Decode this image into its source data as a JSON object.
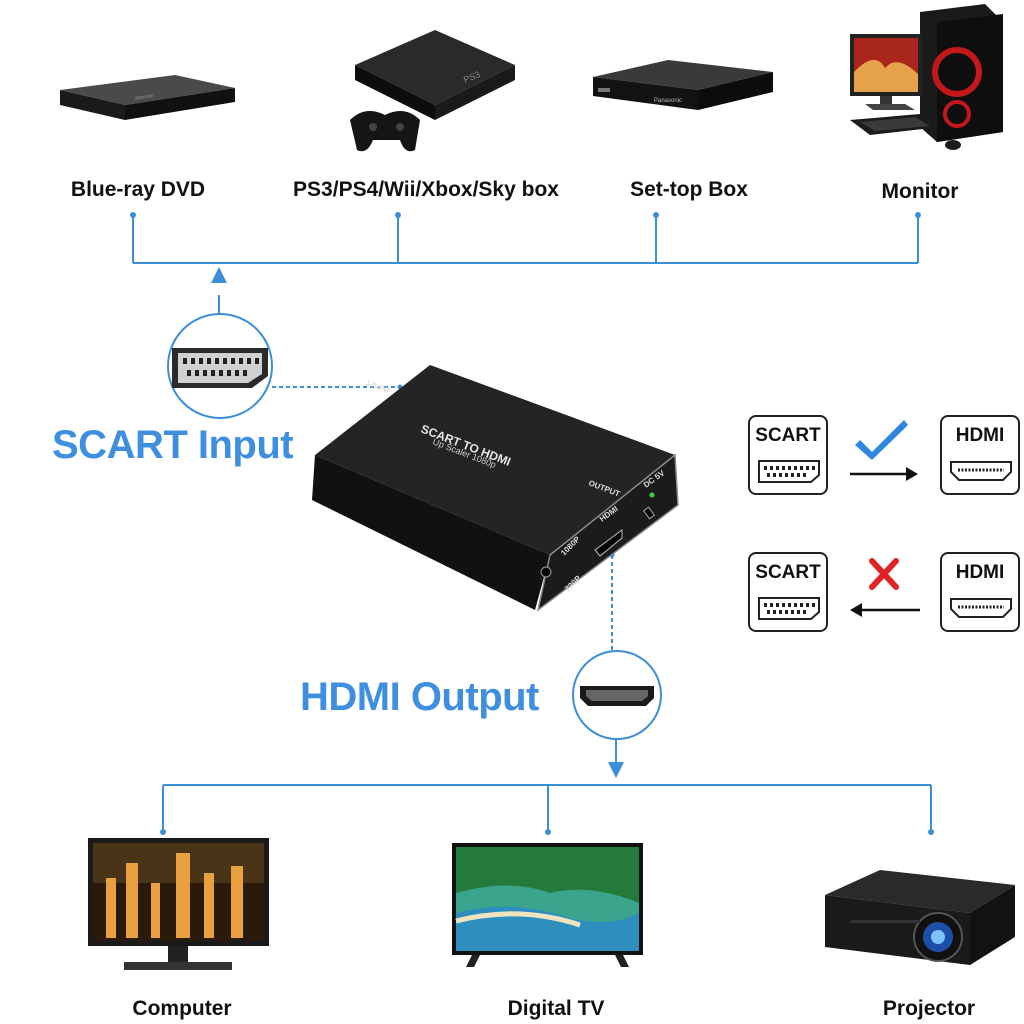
{
  "sources": [
    {
      "label": "Blue-ray DVD",
      "icon": "bluray-player-icon"
    },
    {
      "label": "PS3/PS4/Wii/Xbox/Sky box",
      "icon": "game-console-icon"
    },
    {
      "label": "Set-top Box",
      "icon": "set-top-box-icon"
    },
    {
      "label": "Monitor",
      "icon": "desktop-pc-icon"
    }
  ],
  "input_label": "SCART Input",
  "output_label": "HDMI Output",
  "device": {
    "title": "SCART TO HDMI",
    "subtitle": "Up Scaler 1080p",
    "input_port": "INPUT",
    "output_port": "OUTPUT",
    "hdmi_port": "HDMI",
    "power": "DC 5V",
    "switch_high": "1080P",
    "switch_low": "720P"
  },
  "direction_guide": [
    {
      "from": "SCART",
      "to": "HDMI",
      "mark": "check-icon",
      "status_color": "#2f86e0"
    },
    {
      "from": "SCART",
      "to": "HDMI",
      "mark": "cross-icon",
      "status_color": "#e02424"
    }
  ],
  "outputs": [
    {
      "label": "Computer",
      "icon": "computer-monitor-icon"
    },
    {
      "label": "Digital TV",
      "icon": "tv-icon"
    },
    {
      "label": "Projector",
      "icon": "projector-icon"
    }
  ],
  "colors": {
    "accent": "#3f8fe0",
    "line": "#3b8fd8",
    "device": "#1e1e1e"
  }
}
